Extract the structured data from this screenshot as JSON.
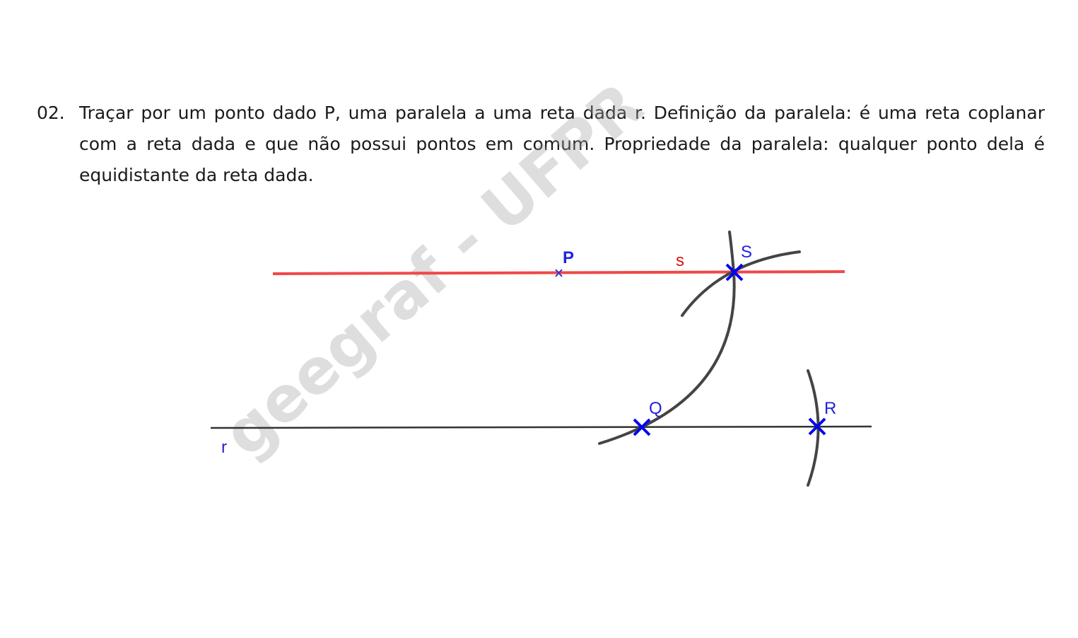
{
  "problem": {
    "number": "02.",
    "text": "Traçar por um ponto dado P, uma paralela a uma reta dada r. Definição da paralela: é uma reta coplanar com a reta dada e que não possui pontos em comum. Propriedade da paralela: qualquer ponto dela é equidistante da reta dada."
  },
  "figure": {
    "labels": {
      "P": "P",
      "s": "s",
      "S": "S",
      "Q": "Q",
      "R": "R",
      "r": "r"
    },
    "colors": {
      "parallel_line": "#f04848",
      "given_line": "#333333",
      "arc": "#444444",
      "point_marker": "#0000ee",
      "label_blue": "#2222dd",
      "label_red": "#dd1111"
    }
  },
  "watermark": "geegraf - UFPR"
}
